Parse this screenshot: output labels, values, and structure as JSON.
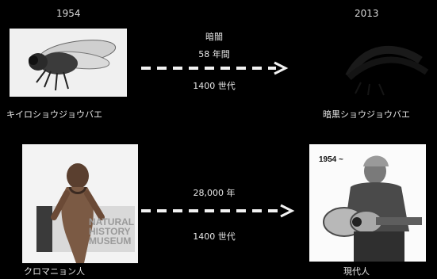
{
  "top": {
    "year_left": "1954",
    "year_right": "2013",
    "middle_title": "暗闇",
    "duration": "58 年間",
    "generations": "1400 世代",
    "left_caption": "キイロショウジョウバエ",
    "right_caption": "暗黒ショウジョウバエ"
  },
  "bottom": {
    "duration": "28,000 年",
    "generations": "1400 世代",
    "left_caption": "クロマニョン人",
    "right_caption": "現代人",
    "right_photo_tag": "1954 ~",
    "museum_sign": [
      "NATURAL",
      "HISTORY",
      "MUSEUM"
    ]
  }
}
